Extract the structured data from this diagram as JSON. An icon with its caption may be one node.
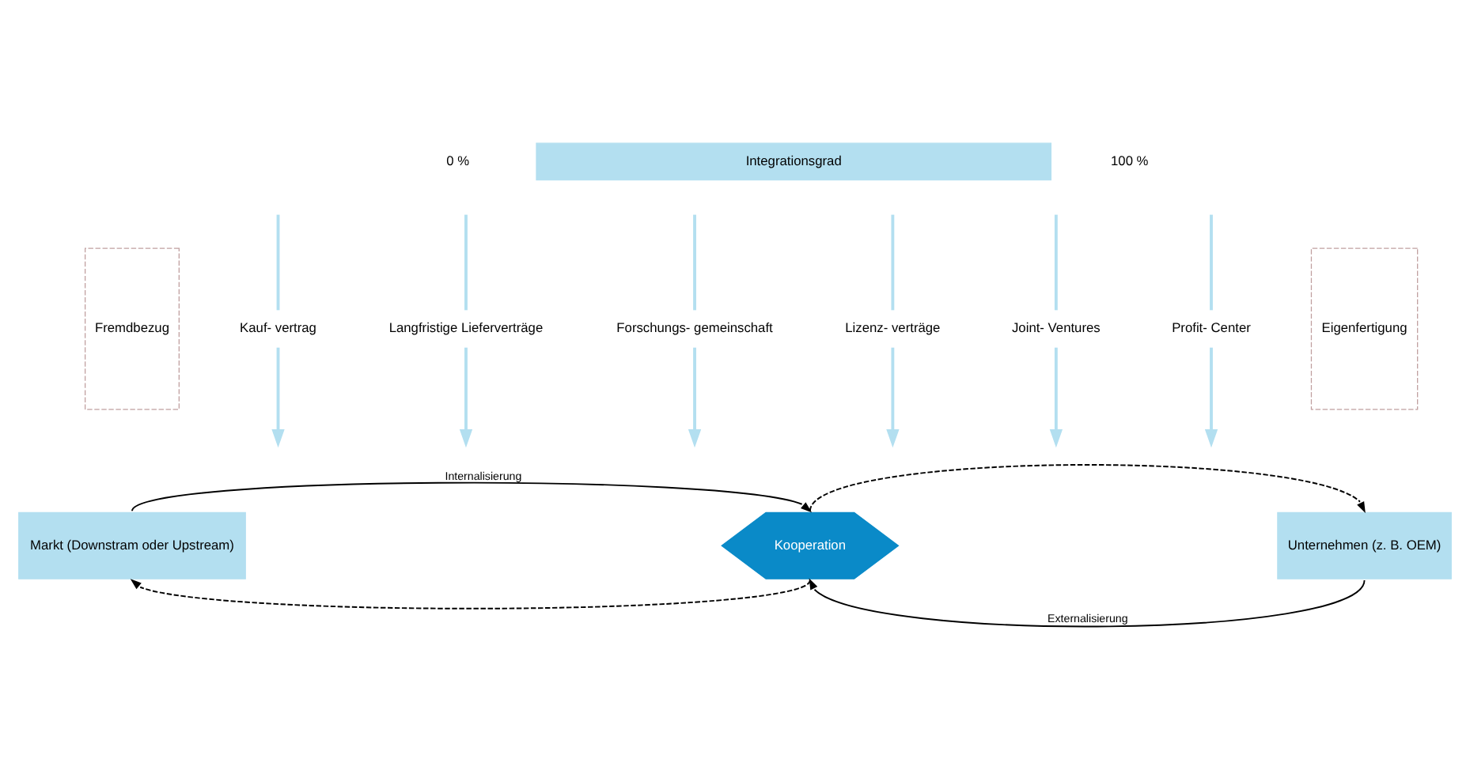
{
  "diagram": {
    "nodes": [
      {
        "text": [
          "Integrationsgrad"
        ]
      },
      {
        "text": [
          "Fremdbezug"
        ]
      },
      {
        "text": [
          "Kauf- vertrag"
        ]
      },
      {
        "text": [
          "Langfristige Lieferverträge"
        ]
      },
      {
        "text": [
          "Forschungs- gemeinschaft"
        ]
      },
      {
        "text": [
          "Lizenz- verträge"
        ]
      },
      {
        "text": [
          "Joint- Ventures"
        ]
      },
      {
        "text": [
          "Profit- Center"
        ]
      },
      {
        "text": [
          "Eigenfertigung"
        ]
      },
      {
        "text": [
          "Markt (Downstram oder Upstream)"
        ]
      },
      {
        "text": [
          "Kooperation"
        ]
      },
      {
        "text": [
          "Unternehmen (z. B. OEM)"
        ]
      }
    ],
    "edges": [
      {
        "from": null,
        "to": 2,
        "arrow": "none"
      },
      {
        "from": 2,
        "to": null,
        "arrow": "to"
      },
      {
        "from": null,
        "to": 3,
        "arrow": "none"
      },
      {
        "from": 3,
        "to": null,
        "arrow": "to"
      },
      {
        "from": null,
        "to": 4,
        "arrow": "none"
      },
      {
        "from": 4,
        "to": null,
        "arrow": "to"
      },
      {
        "from": null,
        "to": 5,
        "arrow": "none"
      },
      {
        "from": 5,
        "to": null,
        "arrow": "to"
      },
      {
        "from": null,
        "to": 6,
        "arrow": "none"
      },
      {
        "from": 6,
        "to": null,
        "arrow": "to"
      },
      {
        "from": null,
        "to": 7,
        "arrow": "none"
      },
      {
        "from": 7,
        "to": null,
        "arrow": "to"
      },
      {
        "from": 9,
        "to": 10,
        "arrow": "to",
        "label": "Internalisierung",
        "color": "#000000"
      },
      {
        "from": 10,
        "to": 11,
        "arrow": "to",
        "style": "dashed",
        "color": "#000000"
      },
      {
        "from": 11,
        "to": 10,
        "arrow": "to",
        "label": "Externalisierung",
        "color": "#000000"
      },
      {
        "from": 10,
        "to": 9,
        "arrow": "to",
        "style": "dashed",
        "color": "#000000"
      }
    ],
    "labels": [
      "0 %",
      "100 %"
    ]
  }
}
